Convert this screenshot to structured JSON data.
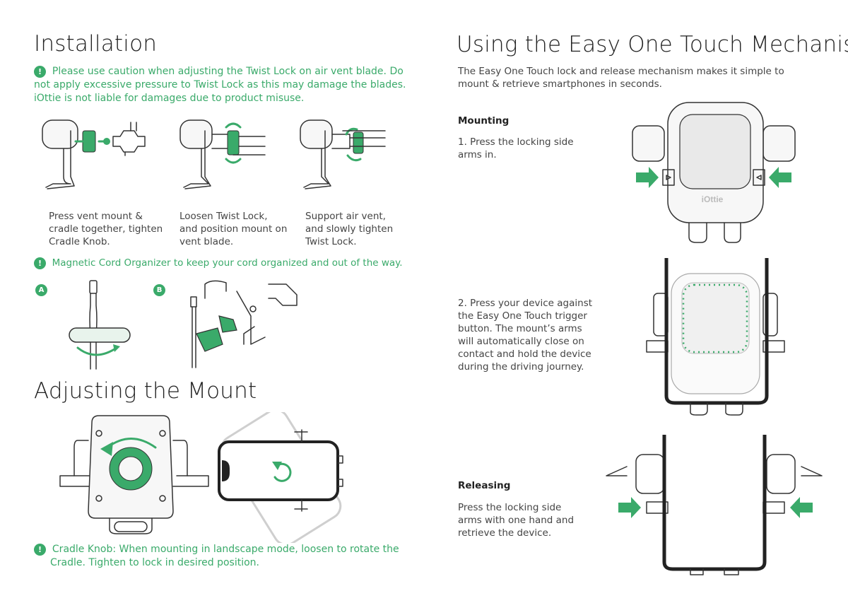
{
  "installation": {
    "title": "Installation",
    "warning_icon": "exclamation-circle-icon",
    "warning_glyph": "!",
    "warning_lines": [
      "Please use caution when adjusting the Twist Lock on air vent blade. Do",
      "not apply excessive pressure to Twist Lock as this may damage the blades.",
      "iOttie is not liable for damages due to product misuse."
    ],
    "steps": [
      {
        "lines": [
          "Press vent mount &",
          "cradle together, tighten",
          "Cradle Knob."
        ]
      },
      {
        "lines": [
          "Loosen Twist Lock,",
          "and position mount on",
          "vent blade."
        ]
      },
      {
        "lines": [
          "Support air vent,",
          "and slowly tighten",
          "Twist Lock."
        ]
      }
    ],
    "cord_note": "Magnetic Cord Organizer to keep your cord organized and out of the way.",
    "badge_a": "A",
    "badge_b": "B"
  },
  "adjusting": {
    "title": "Adjusting the Mount",
    "note_lines": [
      "Cradle Knob: When mounting in landscape mode, loosen to rotate the",
      "Cradle. Tighten to lock in desired position."
    ]
  },
  "mechanism": {
    "title": "Using the Easy One Touch Mechanism",
    "intro_lines": [
      "The Easy One Touch lock and release mechanism makes it simple to",
      "mount & retrieve smartphones in seconds."
    ],
    "mounting_label": "Mounting",
    "mount_step1_lines": [
      "1. Press the locking side",
      "arms in."
    ],
    "mount_step2_lines": [
      "2. Press your device against",
      "the Easy One Touch trigger",
      "button. The mount’s arms",
      "will automatically close on",
      "contact and hold the device",
      "during the driving journey."
    ],
    "releasing_label": "Releasing",
    "release_lines": [
      "Press the locking side",
      "arms with one hand and",
      "retrieve the device."
    ],
    "brand_logo": "iOttie"
  },
  "colors": {
    "accent_green": "#3aaa6a",
    "text": "#444444",
    "line": "#333333"
  }
}
